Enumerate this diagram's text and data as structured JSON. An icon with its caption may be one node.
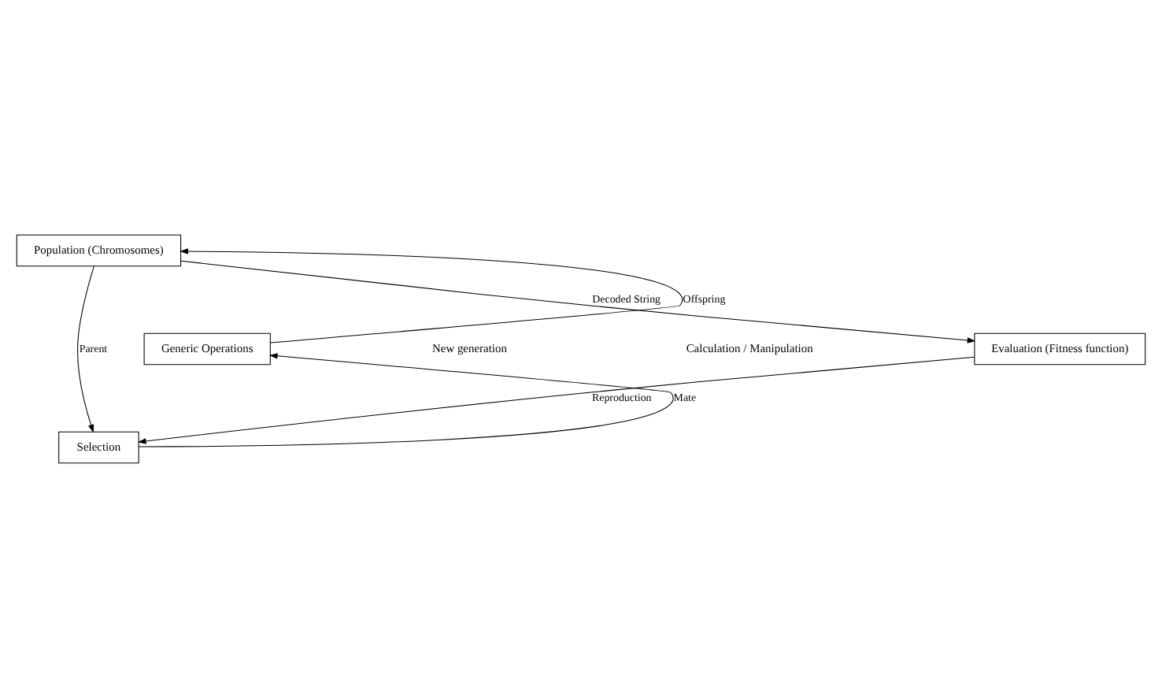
{
  "diagram": {
    "nodes": [
      {
        "text": [
          "Population (Chromosomes)"
        ]
      },
      {
        "text": [
          "Evaluation (Fitness function)"
        ]
      },
      {
        "text": [
          "Selection"
        ]
      },
      {
        "text": [
          "Generic Operations"
        ]
      }
    ],
    "edges": [
      {
        "from": 0,
        "to": 1,
        "arrow": "to",
        "label": "Decoded String"
      },
      {
        "from": 1,
        "to": 2,
        "arrow": "to",
        "label": "Reproduction"
      },
      {
        "from": 2,
        "to": 3,
        "arrow": "to",
        "label": "Mate"
      },
      {
        "from": 3,
        "to": 0,
        "arrow": "to",
        "label": "Offspring"
      },
      {
        "from": 0,
        "to": 2,
        "arrow": "to",
        "label": "Parent"
      }
    ],
    "labels": [
      "New generation",
      "Calculation / Manipulation"
    ]
  }
}
